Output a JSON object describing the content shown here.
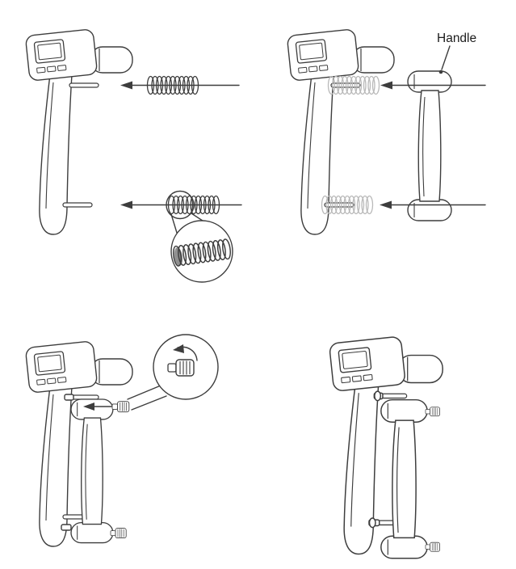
{
  "figure": {
    "type": "instructional-assembly-diagram",
    "labels": {
      "handle": "Handle"
    },
    "colors": {
      "line": "#3d3d3d",
      "muted_line": "#b9b9b9",
      "background": "#ffffff",
      "text": "#1c1c1c"
    },
    "panels": [
      {
        "name": "insert-springs",
        "parts": [
          "dynamometer",
          "coil-spring",
          "insert-arrow",
          "spring-detail-callout"
        ]
      },
      {
        "name": "attach-handle",
        "parts": [
          "dynamometer",
          "coil-spring",
          "handle",
          "insert-arrow"
        ],
        "label": "Handle"
      },
      {
        "name": "tighten-screw",
        "parts": [
          "assembled-dynamometer",
          "screw",
          "insert-arrow",
          "screw-detail-callout",
          "rotation-arrow"
        ]
      },
      {
        "name": "assembled-device",
        "parts": [
          "assembled-dynamometer"
        ]
      }
    ]
  }
}
